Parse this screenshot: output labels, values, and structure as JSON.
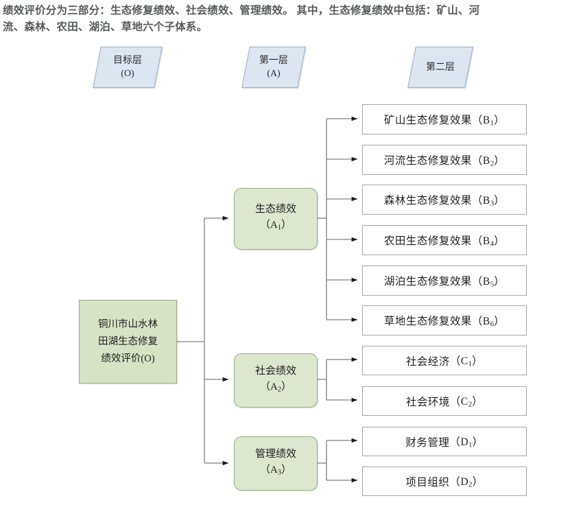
{
  "intro": {
    "line1": "绩效评价分为三部分：生态修复绩效、社会绩效、管理绩效。 其中，生态修复绩效中包括：矿山、河",
    "line2": "流、森林、农田、湖泊、草地六个子体系。"
  },
  "colors": {
    "text": "#58595b",
    "header_fill": "#dce6f1",
    "header_stroke": "#9badc4",
    "green_fill": "#d7e3c6",
    "green_fill_light": "#dde7cf",
    "green_stroke": "#9aab86",
    "leaf_fill": "#ffffff",
    "leaf_stroke": "#a6a6a6",
    "wire": "#808080"
  },
  "layer_headers": [
    {
      "line1": "目标层",
      "line2": "(O)"
    },
    {
      "line1": "第一层",
      "line2": "(A)"
    },
    {
      "line1": "第二层",
      "line2": ""
    }
  ],
  "root": {
    "line1": "铜川市山水林",
    "line2": "田湖生态修复",
    "line3": "绩效评价(O)"
  },
  "level_a": [
    {
      "name": "生态绩效",
      "code_base": "A",
      "code_sub": "1"
    },
    {
      "name": "社会绩效",
      "code_base": "A",
      "code_sub": "2"
    },
    {
      "name": "管理绩效",
      "code_base": "A",
      "code_sub": "3"
    }
  ],
  "level_b": [
    {
      "label": "矿山生态修复效果",
      "code_base": "B",
      "code_sub": "1"
    },
    {
      "label": "河流生态修复效果",
      "code_base": "B",
      "code_sub": "2"
    },
    {
      "label": "森林生态修复效果",
      "code_base": "B",
      "code_sub": "3"
    },
    {
      "label": "农田生态修复效果",
      "code_base": "B",
      "code_sub": "4"
    },
    {
      "label": "湖泊生态修复效果",
      "code_base": "B",
      "code_sub": "5"
    },
    {
      "label": "草地生态修复效果",
      "code_base": "B",
      "code_sub": "6"
    }
  ],
  "level_c": [
    {
      "label": "社会经济",
      "code_base": "C",
      "code_sub": "1"
    },
    {
      "label": "社会环境",
      "code_base": "C",
      "code_sub": "2"
    }
  ],
  "level_d": [
    {
      "label": "财务管理",
      "code_base": "D",
      "code_sub": "1"
    },
    {
      "label": "项目组织",
      "code_base": "D",
      "code_sub": "2"
    }
  ]
}
